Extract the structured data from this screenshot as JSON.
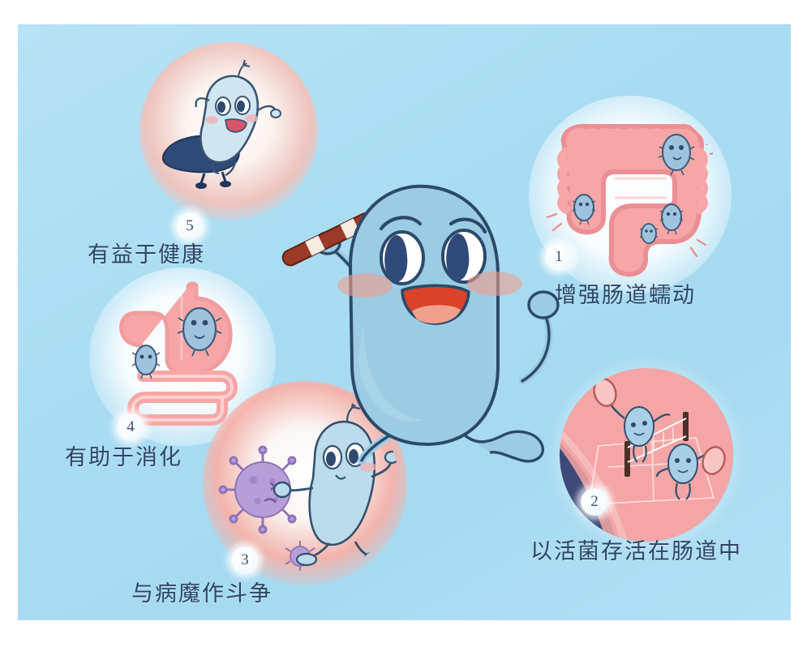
{
  "poster": {
    "title": "Probiotic benefits infographic",
    "background_color": "#a9dcf2",
    "caption_color": "#2f4566",
    "mascot_body_color": "#9ccbe4",
    "mascot_outline_color": "#2b4a6b",
    "organ_pink": "#f4a0a0",
    "virus_purple": "#b09ad4"
  },
  "mascot": {
    "name": "probiotic-mascot",
    "holding": "relay-baton",
    "baton_color": "#9b3a27",
    "cheek_color": "#f2a898",
    "mouth_color": "#d8432a",
    "tongue_color": "#f2a08e"
  },
  "items": [
    {
      "number": "1",
      "caption": "增强肠道蠕动",
      "scene": "colon-with-bacteria",
      "bacteria_count": 4
    },
    {
      "number": "2",
      "caption": "以活菌存活在肠道中",
      "scene": "bacteria-playing-tennis-in-gut",
      "bacteria_count": 2
    },
    {
      "number": "3",
      "caption": "与病魔作斗争",
      "scene": "bacterium-fighting-virus",
      "bacteria_count": 1
    },
    {
      "number": "4",
      "caption": "有助于消化",
      "scene": "stomach-and-intestine-with-bacteria",
      "bacteria_count": 2
    },
    {
      "number": "5",
      "caption": "有益于健康",
      "scene": "bacterium-on-skateboard",
      "bacteria_count": 1
    }
  ]
}
